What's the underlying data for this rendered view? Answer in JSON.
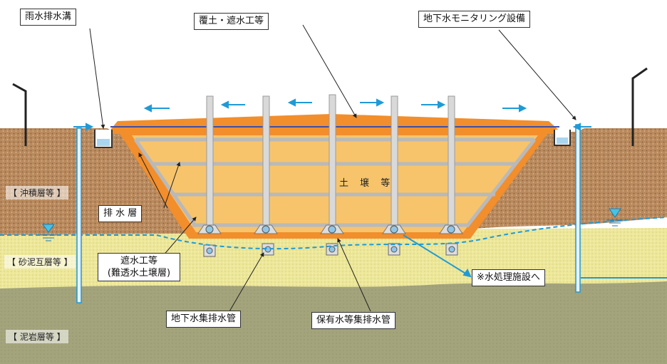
{
  "callouts": {
    "rain_ditch": "雨水排水溝",
    "cover_soil": "覆土・遮水工等",
    "groundwater_monitor": "地下水モニタリング設備",
    "drainage_layer": "排 水 層",
    "barrier_line1": "遮水工等",
    "barrier_line2": "(難透水土壌層)",
    "to_treatment": "※水処理施設へ",
    "groundwater_pipe": "地下水集排水管",
    "retained_water_pipe": "保有水等集排水管"
  },
  "layers": {
    "alluvium": "【 沖積層等 】",
    "sand_mud": "【 砂泥互層等 】",
    "mudstone": "【 泥岩層等 】"
  },
  "center_label": "土 壌 等",
  "colors": {
    "soil_brown": "#b98a5e",
    "sand_yellow": "#ede79a",
    "mudstone_olive": "#a3a47c",
    "fill_orange": "#f7c46c",
    "liner_orange": "#f28e2b",
    "water_blue": "#1f9ad6",
    "pipe_gray": "#cfcfcf"
  },
  "icons": {
    "arrow": "blue-runoff-arrow",
    "water_level": "water-table-triangle-icon"
  }
}
